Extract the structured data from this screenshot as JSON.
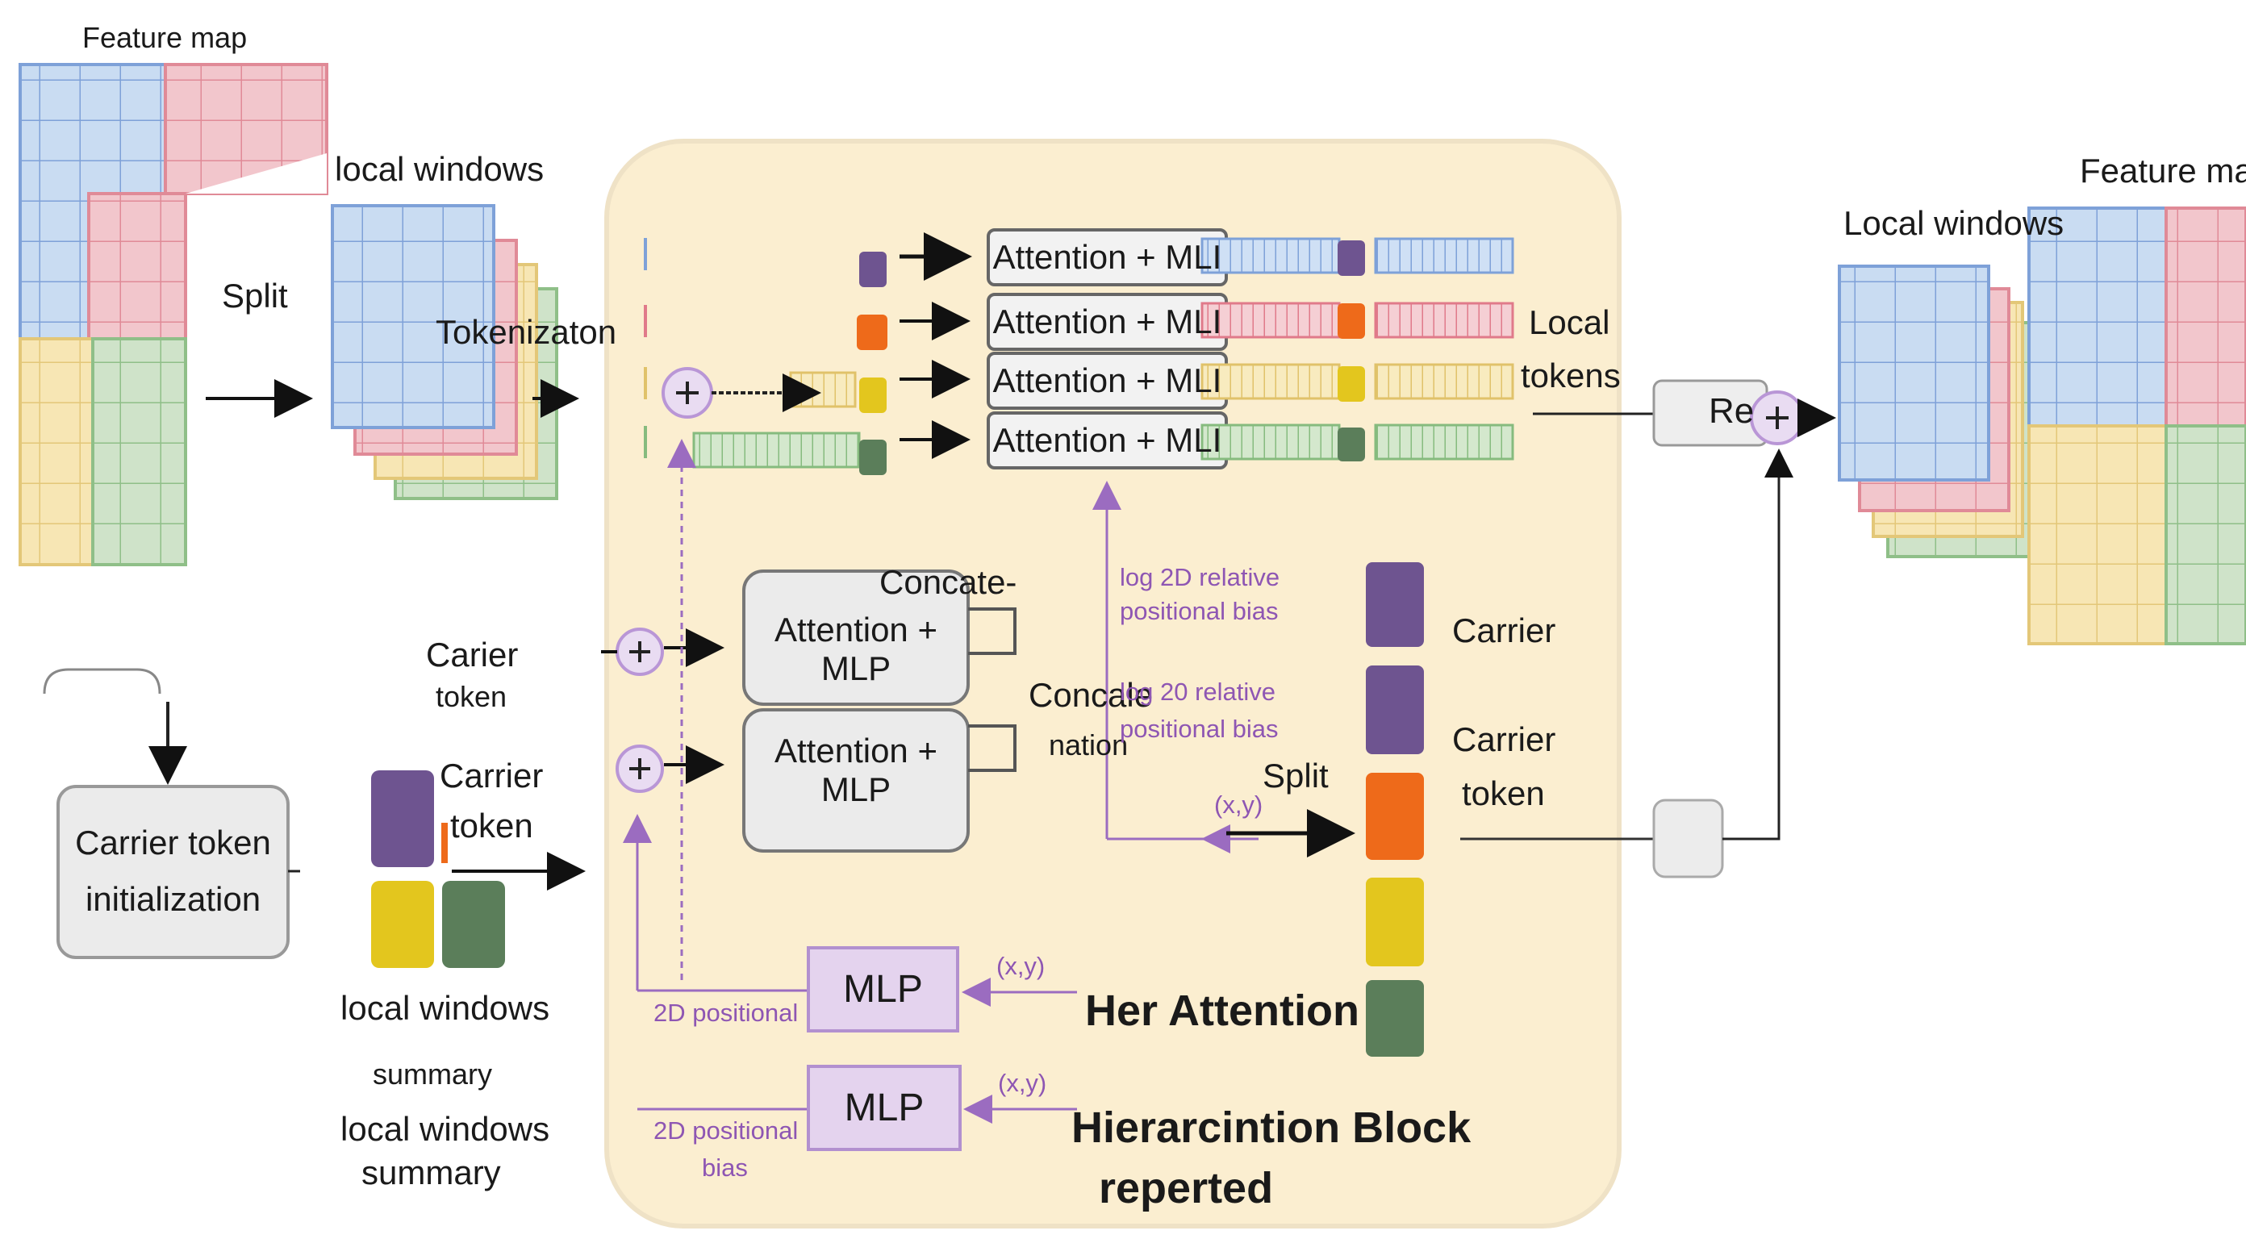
{
  "left": {
    "feature_map_label": "Feature map",
    "local_windows_label": "local windows",
    "split_label": "Split",
    "tokenization_label": "Tokenizaton"
  },
  "block": {
    "attention_mlp_rows": [
      "Attention + MLI",
      "Attention + MLI",
      "Attention + MLI",
      "Attention + MLI"
    ],
    "local_tokens_label": [
      "Local",
      "tokens"
    ],
    "concat_label": "Concate-",
    "carrier_attention_1": "Attention + MLP",
    "carrier_attention_2": "Attention + MLP",
    "concatenation_label": [
      "Concale",
      "nation"
    ],
    "log_bias_1": [
      "log 2D relative",
      "positional bias"
    ],
    "log_bias_2": [
      "log 20 relative",
      "positional bias"
    ],
    "split_label": "Split",
    "xy_label": "(x,y)",
    "carrier_label": "Carrier",
    "carrier_token_label": [
      "Carrier",
      "token"
    ],
    "mlp_1": "MLP",
    "mlp_2": "MLP",
    "xy_mlp_1": "(x,y)",
    "xy_mlp_2": "(x,y)",
    "pos_label_1": "2D positional",
    "pos_label_2": [
      "2D positional",
      "bias"
    ],
    "her_attention": "Her Attention",
    "block_title": [
      "Hierarcintion Block",
      "reperted"
    ]
  },
  "carrier_side": {
    "carier_token": [
      "Carier",
      "token"
    ],
    "carrier_token": [
      "Carrier",
      "token"
    ],
    "init_box": [
      "Carrier token",
      "initialization"
    ],
    "summary_1": [
      "local windows",
      "summary"
    ],
    "summary_2": [
      "local windows",
      "summary"
    ]
  },
  "right": {
    "feature_map_label": "Feature map",
    "local_windows_label": "Local windows",
    "reshape_label": "Re"
  },
  "colors": {
    "blue": "#c9dcf2",
    "red": "#f2c6cc",
    "yellow": "#f7e6b4",
    "green": "#cfe3c9",
    "block_bg": "#fbeed0",
    "purple_token": "#6e5490",
    "orange_token": "#ee6a1a",
    "yellow_token": "#e3c61e",
    "green_token": "#5b7e5a",
    "mlp_fill": "#e4d3ee",
    "annotation_purple": "#8e56b3"
  }
}
